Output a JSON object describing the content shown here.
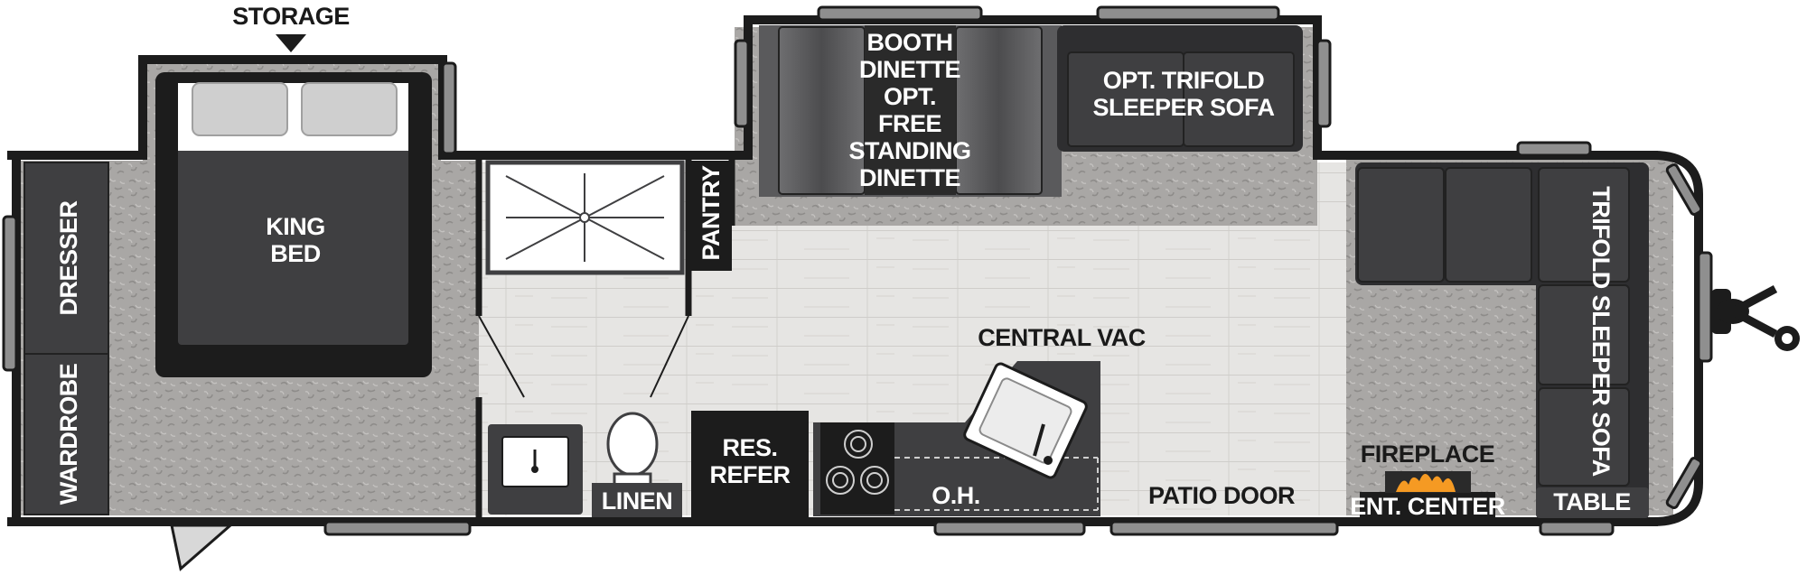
{
  "floorplan": {
    "labels": {
      "storage": "STORAGE",
      "king_bed": [
        "KING",
        "BED"
      ],
      "dresser": "DRESSER",
      "wardrobe": "WARDROBE",
      "pantry": "PANTRY",
      "booth_dinette": [
        "BOOTH",
        "DINETTE",
        "OPT.",
        "FREE",
        "STANDING",
        "DINETTE"
      ],
      "opt_sofa": [
        "OPT. TRIFOLD",
        "SLEEPER SOFA"
      ],
      "trifold_sofa": "TRIFOLD SLEEPER SOFA",
      "central_vac": "CENTRAL VAC",
      "res_refer": [
        "RES.",
        "REFER"
      ],
      "linen": "LINEN",
      "oh": "O.H.",
      "patio_door": "PATIO DOOR",
      "fireplace": "FIREPLACE",
      "ent_center": "ENT. CENTER",
      "table": "TABLE"
    },
    "colors": {
      "wall": "#1c1c1c",
      "carpet": "#a9a7a5",
      "floor": "#e6e5e3",
      "furniture": "#3f3f41",
      "cushion": "#cfcfcf",
      "appliance": "#1e1e1e",
      "flame": "#f59a23"
    }
  }
}
